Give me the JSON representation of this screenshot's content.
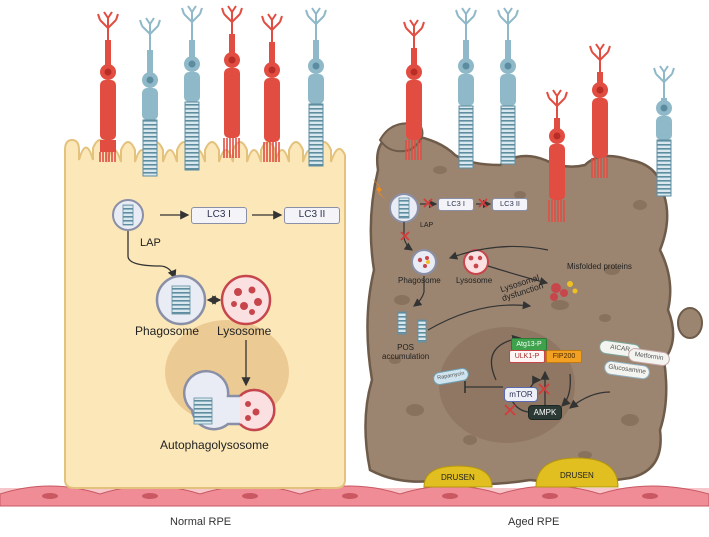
{
  "labels": {
    "normal_rpe": "Normal RPE",
    "aged_rpe": "Aged RPE",
    "lc3_1": "LC3 I",
    "lc3_2": "LC3 II",
    "lap": "LAP",
    "phagosome": "Phagosome",
    "lysosome": "Lysosome",
    "autophagolysosome": "Autophagolysosome",
    "aged_lc3_1": "LC3 I",
    "aged_lc3_2": "LC3 II",
    "aged_lap": "LAP",
    "aged_phagosome": "Phagosome",
    "aged_lysosome": "Lysosome",
    "lysosomal_dysfunction_1": "Lysosomal",
    "lysosomal_dysfunction_2": "dysfunction",
    "misfolded_proteins": "Misfolded proteins",
    "pos_1": "POS",
    "pos_2": "accumulation",
    "atg13": "Atg13-P",
    "ulk1": "ULK1-P",
    "fip200": "FIP200",
    "aicar": "AICAR",
    "metformin": "Metformin",
    "glucosamine": "Glucosamine",
    "rapamycin": "Rapamycin",
    "mtor": "mTOR",
    "ampk": "AMPK",
    "drusen_1": "DRUSEN",
    "drusen_2": "DRUSEN"
  },
  "colors": {
    "normal_cell": "#fbe7b8",
    "normal_cell_border": "#e3c27d",
    "aged_cell": "#9b8571",
    "aged_cell_border": "#6f5b49",
    "rod": "#8fb9c8",
    "cone": "#e24d42",
    "drusen": "#e1bf20",
    "choroid": "#ef8c95",
    "inhibition": "#d23c3c"
  }
}
